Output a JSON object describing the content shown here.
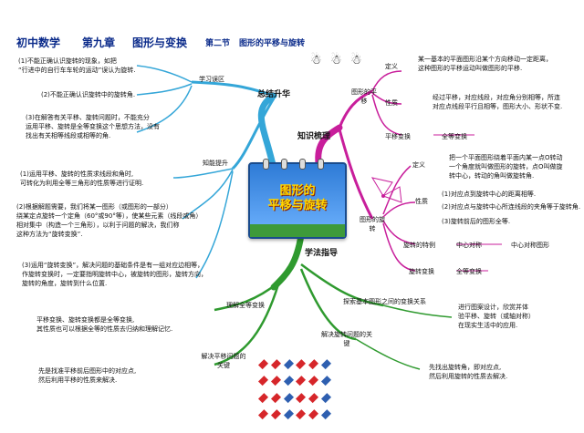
{
  "header": {
    "subject": "初中数学",
    "chapter": "第九章",
    "chapter_title": "图形与变换",
    "section": "第二节",
    "section_title": "图形的平移与旋转"
  },
  "center": {
    "line1": "图形的",
    "line2": "平移与旋转"
  },
  "colors": {
    "summary": "#34a6d8",
    "knowledge": "#c81e9b",
    "method": "#2f9a2f"
  },
  "summary": {
    "label": "总结升华",
    "review": {
      "label": "学习误区",
      "items": [
        [
          "(1)不能正确认识旋转的现象，如把",
          "“行进中的自行车车轮的运动”误认为旋转."
        ],
        [
          "(2)不能正确认识旋转中的旋转角."
        ],
        [
          "(3)在解答有关平移、旋转问题时，不能充分",
          "运用平移、旋转是全等变换这个思想方法，没有",
          "找出有关相等线段或相等的角."
        ]
      ]
    },
    "ability": {
      "label": "知能提升",
      "items": [
        [
          "(1)运用平移、旋转的性质求线段和角时,",
          "可转化为利用全等三角形的性质等进行证明."
        ],
        [
          "(2)根据解题需要，我们将某一图形（或图形的一部分）",
          "绕某定点旋转一个定角（60°或90°等），使某些元素（线段或角）",
          "相对集中（构造一个三角形），以利于问题的解决，我们称",
          "这种方法为“旋转变换”."
        ],
        [
          "(3)运用“旋转变换”，解决问题的基础条件是有一组对应边相等，",
          "作旋转变换时，一定要指明旋转中心，被旋转的图形，旋转方向，",
          "旋转的角度，旋转到什么位置."
        ]
      ]
    }
  },
  "knowledge": {
    "label": "知识梳理",
    "translation": {
      "label": "图形的平移",
      "definition": {
        "label": "定义",
        "lines": [
          "某一基本的平面图形沿某个方向移动一定距离，",
          "这种图形的平移运动叫做图形的平移."
        ]
      },
      "property": {
        "label": "性质",
        "lines": [
          "经过平移，对应线段，对应角分别相等，所连",
          "对应点线段平行且相等，图形大小、形状不变."
        ]
      },
      "transform": {
        "label": "平移变换",
        "value": "全等变换"
      }
    },
    "rotation": {
      "label": "图形的旋转",
      "definition": {
        "label": "定义",
        "lines": [
          "把一个平面图形绕着平面内某一点O转动",
          "一个角度就叫做图形的旋转，点O叫做旋",
          "转中心，转动的角叫做旋转角."
        ]
      },
      "property": {
        "label": "性质",
        "items": [
          "(1)对应点到旋转中心的距离相等.",
          "(2)对应点与旋转中心所连线段的夹角等于旋转角.",
          "(3)旋转前后的图形全等."
        ]
      },
      "special": {
        "label": "旋转的特例",
        "value": "中心对称",
        "leaf": "中心对称图形"
      },
      "transform": {
        "label": "旋转变换",
        "value": "全等变换"
      }
    }
  },
  "method": {
    "label": "学法指导",
    "congruent": {
      "label": "理解全等变换",
      "lines": [
        "平移变换、旋转变换都是全等变换,",
        "其性质也可以根据全等的性质去归纳和理解记忆."
      ]
    },
    "translate_key": {
      "label": "解决平移问题的关键",
      "lines": [
        "先是找准平移前后图形中的对应点,",
        "然后利用平移的性质来解决."
      ]
    },
    "explore": {
      "label": "探索基本图形之间的变换关系",
      "lines": [
        "进行图案设计，欣赏并体",
        "验平移、旋转（或轴对称）",
        "在现实生活中的应用."
      ]
    },
    "rotate_key": {
      "label": "解决旋转问题的关键",
      "lines": [
        "先找出旋转角，即对应点,",
        "然后利用旋转的性质去解决."
      ]
    }
  }
}
